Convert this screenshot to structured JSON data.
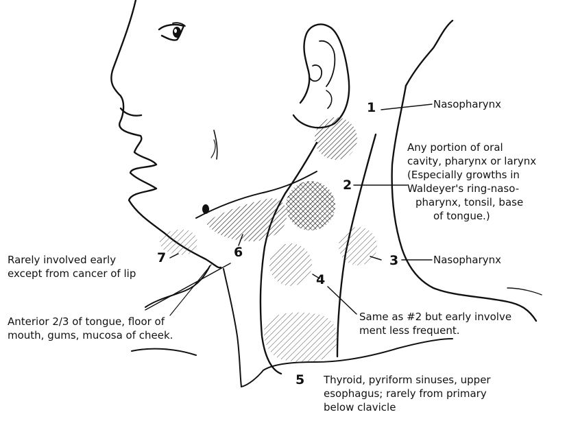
{
  "numbers": {
    "n1": "1",
    "n2": "2",
    "n3": "3",
    "n4": "4",
    "n5": "5",
    "n6": "6",
    "n7": "7"
  },
  "labels": {
    "node1": "Nasopharynx",
    "node2": [
      "Any portion of oral",
      "cavity, pharynx or larynx",
      "(Especially growths in",
      "Waldeyer's ring-naso-",
      "pharynx, tonsil, base",
      "of tongue.)"
    ],
    "node3": "Nasopharynx",
    "node4": [
      "Same as #2 but early involve",
      "ment less frequent."
    ],
    "node5": [
      "Thyroid, pyriform sinuses, upper",
      "esophagus; rarely from primary",
      "below clavicle"
    ],
    "node6": [
      "Anterior 2/3 of tongue, floor of",
      "mouth, gums, mucosa of cheek."
    ],
    "node7": [
      "Rarely involved early",
      "except from cancer of lip"
    ]
  },
  "colors": {
    "ink": "#111111",
    "background": "#ffffff"
  }
}
